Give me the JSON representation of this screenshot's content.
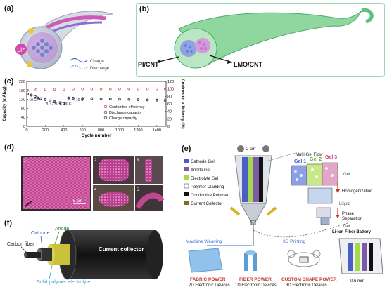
{
  "panels": {
    "a": {
      "label": "(a)",
      "ion": "Li⁺",
      "legend": {
        "charge": "Charge",
        "discharge": "Discharge"
      }
    },
    "b": {
      "label": "(b)",
      "left": "PI/CNT",
      "right": "LMO/CNT"
    },
    "c": {
      "label": "(c)",
      "rates": [
        "10 C",
        "20 C",
        "50 C",
        "100 C",
        "10 C"
      ]
    },
    "d": {
      "label": "(d)",
      "sub": [
        "1",
        "2",
        "3",
        "4",
        "5"
      ],
      "scale": "5 cm"
    },
    "e": {
      "label": "(e)",
      "legend": [
        "Cathode Gel",
        "Anode Gel",
        "Electrolyte Gel",
        "Polymer Cladding",
        "Conductive Polymer",
        "Current Collector"
      ],
      "legend_colors": [
        "#4a5fc6",
        "#7b5aa6",
        "#a6d94a",
        "#ffffff",
        "#111111",
        "#8a6a1e"
      ],
      "scale_top": "2 cm",
      "flow_title": "Multi-Gel Flow",
      "gels": [
        "Gel 1",
        "Gel 2",
        "Gel 3"
      ],
      "gel_right": "Gel",
      "homogenization": "Homogenization",
      "liquid": "Liquid",
      "phase_separation": [
        "Phase",
        "Separation"
      ],
      "gel_bottom": "Gel",
      "battery_title": "Li-ion Fiber Battery",
      "battery_scale": "0.6 mm",
      "machine_weaving": "Machine Weaving",
      "printing": "3D Printing",
      "products": [
        {
          "title": "FABRIC POWER",
          "sub": "2D Electronic Devices"
        },
        {
          "title": "FIBER POWER",
          "sub": "1D Electronic Devices"
        },
        {
          "title": "CUSTOM SHAPE POWER",
          "sub": "3D Electronic Devices"
        }
      ]
    },
    "f": {
      "label": "(f)",
      "carbon": "Carbon fiber",
      "cathode": "Cathode",
      "anode": "Anode",
      "electrolyte": "Solid polymer electrolyte",
      "collector": "Current collector"
    }
  },
  "chart_data": {
    "type": "scatter",
    "xlabel": "Cycle number",
    "ylabel": "Capacity (mAh/g)",
    "y2label": "Coulombic efficiency (%)",
    "xlim": [
      0,
      1500
    ],
    "ylim": [
      0,
      200
    ],
    "y2lim": [
      0,
      120
    ],
    "xticks": [
      0,
      200,
      400,
      600,
      800,
      1000,
      1200,
      1400
    ],
    "yticks": [
      0,
      40,
      80,
      120,
      160,
      200
    ],
    "y2ticks": [
      0,
      20,
      40,
      60,
      80,
      100,
      120
    ],
    "series": [
      {
        "name": "Coulombic efficiency",
        "axis": "right",
        "color": "#e0463a",
        "x": [
          10,
          100,
          200,
          300,
          400,
          500,
          600,
          700,
          800,
          900,
          1000,
          1100,
          1200,
          1300,
          1400,
          1490
        ],
        "values": [
          96,
          98,
          99,
          99,
          99,
          100,
          100,
          100,
          100,
          100,
          100,
          100,
          100,
          100,
          100,
          100
        ]
      },
      {
        "name": "Discharge capacity",
        "axis": "left",
        "color": "#3a4ea8",
        "x": [
          10,
          50,
          90,
          120,
          150,
          200,
          250,
          300,
          360,
          400,
          450,
          500,
          600,
          700,
          800,
          900,
          1000,
          1100,
          1200,
          1300,
          1400,
          1490
        ],
        "values": [
          143,
          138,
          132,
          125,
          122,
          118,
          112,
          108,
          104,
          100,
          125,
          124,
          124,
          123,
          122,
          121,
          120,
          119,
          118,
          117,
          116,
          115
        ]
      },
      {
        "name": "Charge capacity",
        "axis": "left",
        "color": "#333333",
        "x": [
          10,
          50,
          90,
          120,
          150,
          200,
          250,
          300,
          360,
          400,
          450,
          500,
          600,
          700,
          800,
          900,
          1000,
          1100,
          1200,
          1300,
          1400,
          1490
        ],
        "values": [
          145,
          140,
          134,
          127,
          124,
          120,
          114,
          110,
          106,
          102,
          127,
          126,
          125,
          124,
          123,
          122,
          121,
          120,
          119,
          118,
          117,
          116
        ]
      }
    ]
  }
}
